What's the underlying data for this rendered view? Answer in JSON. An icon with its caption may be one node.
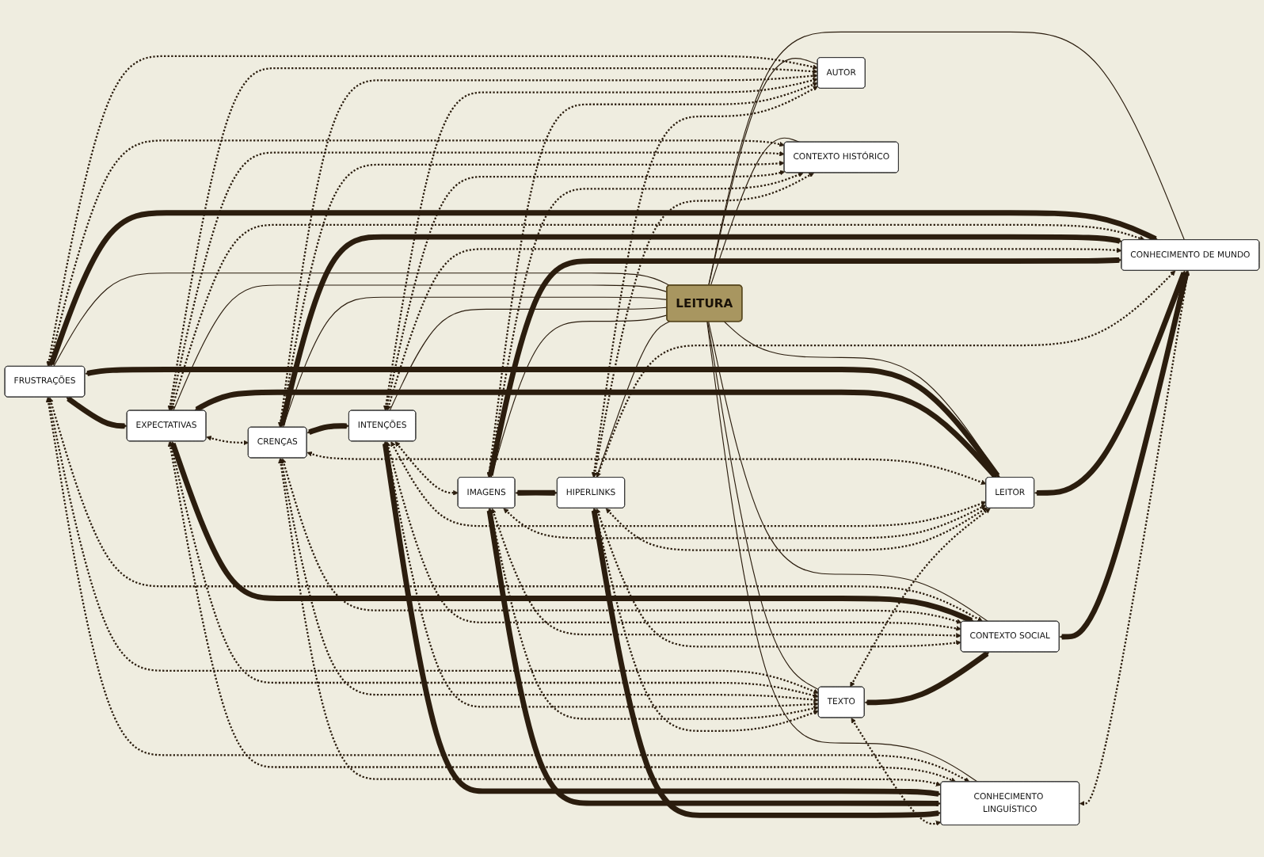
{
  "diagram": {
    "nodes": [
      {
        "text": [
          "LEITURA"
        ]
      },
      {
        "text": [
          "FRUSTRAÇÕES"
        ]
      },
      {
        "text": [
          "EXPECTATIVAS"
        ]
      },
      {
        "text": [
          "CRENÇAS"
        ]
      },
      {
        "text": [
          "INTENÇÕES"
        ]
      },
      {
        "text": [
          "IMAGENS"
        ]
      },
      {
        "text": [
          "HIPERLINKS"
        ]
      },
      {
        "text": [
          "TEXTO"
        ]
      },
      {
        "text": [
          "LEITOR"
        ]
      },
      {
        "text": [
          "AUTOR"
        ]
      },
      {
        "text": [
          "CONTEXTO SOCIAL"
        ]
      },
      {
        "text": [
          "CONTEXTO HISTÓRICO"
        ]
      },
      {
        "text": [
          "CONHECIMENTO LINGUÍSTICO"
        ]
      },
      {
        "text": [
          "CONHECIMENTO DE MUNDO"
        ]
      }
    ],
    "edges": [
      {
        "from": 1,
        "to": 0,
        "arrow": "none"
      },
      {
        "from": 2,
        "to": 0,
        "arrow": "none"
      },
      {
        "from": 3,
        "to": 0,
        "arrow": "none"
      },
      {
        "from": 4,
        "to": 0,
        "arrow": "none"
      },
      {
        "from": 5,
        "to": 0,
        "arrow": "none"
      },
      {
        "from": 6,
        "to": 0,
        "arrow": "none"
      },
      {
        "from": 0,
        "to": 7,
        "arrow": "none"
      },
      {
        "from": 0,
        "to": 8,
        "arrow": "none"
      },
      {
        "from": 0,
        "to": 9,
        "arrow": "none"
      },
      {
        "from": 0,
        "to": 10,
        "arrow": "none"
      },
      {
        "from": 0,
        "to": 11,
        "arrow": "none"
      },
      {
        "from": 0,
        "to": 12,
        "arrow": "none"
      },
      {
        "from": 0,
        "to": 13,
        "arrow": "none"
      },
      {
        "from": 1,
        "to": 7,
        "arrow": "both",
        "style": "dashed"
      },
      {
        "from": 1,
        "to": 8,
        "arrow": "both",
        "style": "thick"
      },
      {
        "from": 1,
        "to": 9,
        "arrow": "both",
        "style": "dashed"
      },
      {
        "from": 1,
        "to": 10,
        "arrow": "both",
        "style": "dashed"
      },
      {
        "from": 1,
        "to": 11,
        "arrow": "both",
        "style": "dashed"
      },
      {
        "from": 1,
        "to": 12,
        "arrow": "both",
        "style": "dashed"
      },
      {
        "from": 1,
        "to": 13,
        "arrow": "both",
        "style": "thick"
      },
      {
        "from": 2,
        "to": 7,
        "arrow": "both",
        "style": "dashed"
      },
      {
        "from": 2,
        "to": 8,
        "arrow": "both",
        "style": "thick"
      },
      {
        "from": 2,
        "to": 9,
        "arrow": "both",
        "style": "dashed"
      },
      {
        "from": 2,
        "to": 10,
        "arrow": "both",
        "style": "thick"
      },
      {
        "from": 2,
        "to": 11,
        "arrow": "both",
        "style": "dashed"
      },
      {
        "from": 2,
        "to": 12,
        "arrow": "both",
        "style": "dashed"
      },
      {
        "from": 2,
        "to": 13,
        "arrow": "both",
        "style": "dashed"
      },
      {
        "from": 3,
        "to": 7,
        "arrow": "both",
        "style": "dashed"
      },
      {
        "from": 3,
        "to": 8,
        "arrow": "both",
        "style": "dashed"
      },
      {
        "from": 3,
        "to": 9,
        "arrow": "both",
        "style": "dashed"
      },
      {
        "from": 3,
        "to": 10,
        "arrow": "both",
        "style": "dashed"
      },
      {
        "from": 3,
        "to": 11,
        "arrow": "both",
        "style": "dashed"
      },
      {
        "from": 3,
        "to": 12,
        "arrow": "both",
        "style": "dashed"
      },
      {
        "from": 3,
        "to": 13,
        "arrow": "both",
        "style": "thick"
      },
      {
        "from": 4,
        "to": 7,
        "arrow": "both",
        "style": "dashed"
      },
      {
        "from": 4,
        "to": 8,
        "arrow": "both",
        "style": "dashed"
      },
      {
        "from": 4,
        "to": 9,
        "arrow": "both",
        "style": "dashed"
      },
      {
        "from": 4,
        "to": 10,
        "arrow": "both",
        "style": "dashed"
      },
      {
        "from": 4,
        "to": 11,
        "arrow": "both",
        "style": "dashed"
      },
      {
        "from": 4,
        "to": 12,
        "arrow": "both",
        "style": "thick"
      },
      {
        "from": 4,
        "to": 13,
        "arrow": "both",
        "style": "dashed"
      },
      {
        "from": 5,
        "to": 7,
        "arrow": "both",
        "style": "dashed"
      },
      {
        "from": 5,
        "to": 8,
        "arrow": "both",
        "style": "dashed"
      },
      {
        "from": 5,
        "to": 9,
        "arrow": "both",
        "style": "dashed"
      },
      {
        "from": 5,
        "to": 10,
        "arrow": "both",
        "style": "dashed"
      },
      {
        "from": 5,
        "to": 11,
        "arrow": "both",
        "style": "dashed"
      },
      {
        "from": 5,
        "to": 12,
        "arrow": "both",
        "style": "thick"
      },
      {
        "from": 5,
        "to": 13,
        "arrow": "both",
        "style": "thick"
      },
      {
        "from": 6,
        "to": 7,
        "arrow": "both",
        "style": "dashed"
      },
      {
        "from": 6,
        "to": 8,
        "arrow": "both",
        "style": "dashed"
      },
      {
        "from": 6,
        "to": 9,
        "arrow": "both",
        "style": "dashed"
      },
      {
        "from": 6,
        "to": 10,
        "arrow": "both",
        "style": "dashed"
      },
      {
        "from": 6,
        "to": 11,
        "arrow": "both",
        "style": "dashed"
      },
      {
        "from": 6,
        "to": 12,
        "arrow": "both",
        "style": "thick"
      },
      {
        "from": 6,
        "to": 13,
        "arrow": "both",
        "style": "dashed"
      },
      {
        "from": 1,
        "to": 2,
        "arrow": "both",
        "style": "thick"
      },
      {
        "from": 2,
        "to": 3,
        "arrow": "both",
        "style": "dashed"
      },
      {
        "from": 3,
        "to": 4,
        "arrow": "both",
        "style": "thick"
      },
      {
        "from": 4,
        "to": 5,
        "arrow": "both",
        "style": "dashed"
      },
      {
        "from": 5,
        "to": 6,
        "arrow": "both",
        "style": "thick"
      },
      {
        "from": 7,
        "to": 8,
        "arrow": "both",
        "style": "dashed"
      },
      {
        "from": 7,
        "to": 10,
        "arrow": "both",
        "style": "thick"
      },
      {
        "from": 7,
        "to": 12,
        "arrow": "both",
        "style": "dashed"
      },
      {
        "from": 8,
        "to": 13,
        "arrow": "both",
        "style": "thick"
      },
      {
        "from": 10,
        "to": 13,
        "arrow": "both",
        "style": "thick"
      },
      {
        "from": 12,
        "to": 13,
        "arrow": "both",
        "style": "dashed"
      }
    ]
  }
}
